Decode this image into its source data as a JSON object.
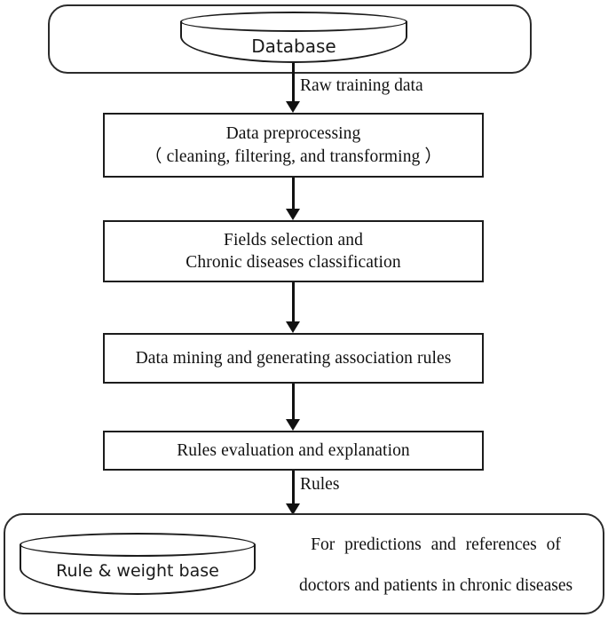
{
  "diagram": {
    "title": "Chronic disease data mining flowchart",
    "top_container": {
      "name": "data-source-container",
      "cylinder_label": "Database"
    },
    "edges": [
      {
        "label": "Raw training data"
      },
      {
        "label": ""
      },
      {
        "label": ""
      },
      {
        "label": ""
      },
      {
        "label": "Rules"
      }
    ],
    "steps": [
      {
        "id": "data-preprocessing",
        "lines": [
          "Data preprocessing",
          "（ cleaning, filtering, and transforming  ）"
        ]
      },
      {
        "id": "fields-selection",
        "lines": [
          "Fields selection and",
          "Chronic diseases classification"
        ]
      },
      {
        "id": "data-mining",
        "lines": [
          "Data mining and generating association rules"
        ]
      },
      {
        "id": "rules-evaluation",
        "lines": [
          "Rules evaluation and explanation"
        ]
      }
    ],
    "bottom_container": {
      "name": "output-container",
      "cylinder_label": "Rule & weight base",
      "text_line_1": "For predictions and references of",
      "text_line_2": "doctors and patients in chronic diseases"
    },
    "colors": {
      "stroke": "#1c1c1c",
      "round_stroke": "#2b2b2b",
      "background": "#ffffff",
      "text": "#111111"
    }
  }
}
